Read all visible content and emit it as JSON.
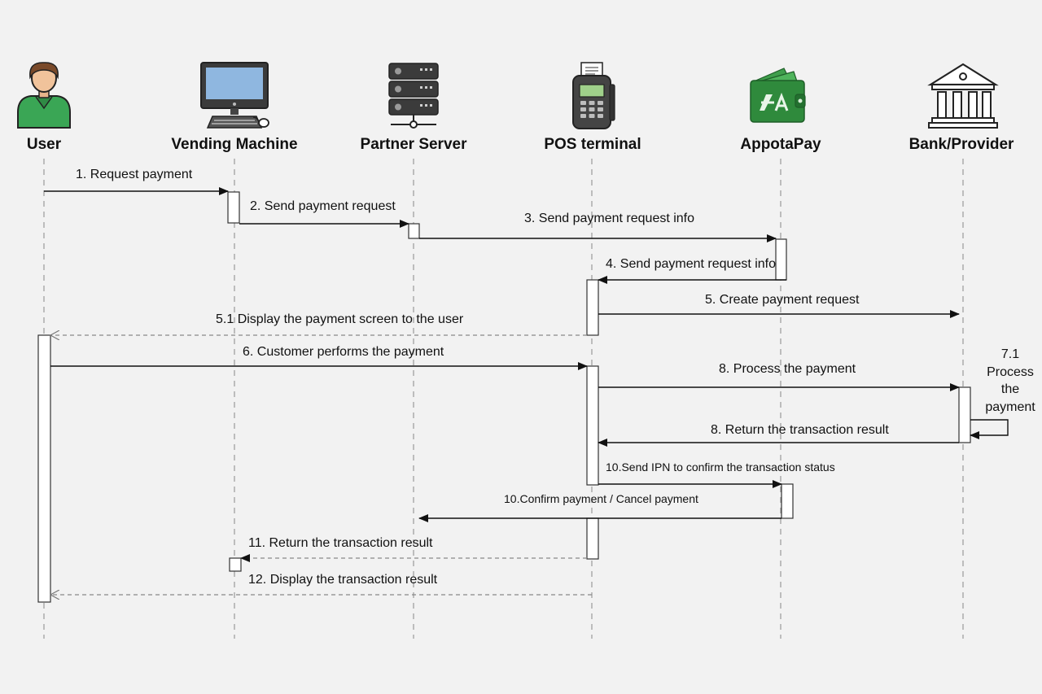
{
  "actors": [
    {
      "name": "User",
      "icon": "user-icon"
    },
    {
      "name": "Vending Machine",
      "icon": "computer-icon"
    },
    {
      "name": "Partner Server",
      "icon": "server-icon"
    },
    {
      "name": "POS terminal",
      "icon": "pos-terminal-icon"
    },
    {
      "name": "AppotaPay",
      "icon": "appotapay-wallet-icon"
    },
    {
      "name": "Bank/Provider",
      "icon": "bank-icon"
    }
  ],
  "messages": [
    {
      "label": "1. Request payment",
      "from": "User",
      "to": "Vending Machine",
      "style": "solid"
    },
    {
      "label": "2. Send payment request",
      "from": "Vending Machine",
      "to": "Partner Server",
      "style": "solid"
    },
    {
      "label": "3. Send payment request info",
      "from": "Partner Server",
      "to": "AppotaPay",
      "style": "solid"
    },
    {
      "label": "4. Send payment request info",
      "from": "AppotaPay",
      "to": "POS terminal",
      "style": "solid"
    },
    {
      "label": "5. Create payment request",
      "from": "POS terminal",
      "to": "Bank/Provider",
      "style": "solid"
    },
    {
      "label": "5.1 Display the payment screen to the user",
      "from": "POS terminal",
      "to": "User",
      "style": "dashed"
    },
    {
      "label": "6. Customer performs the payment",
      "from": "User",
      "to": "POS terminal",
      "style": "solid"
    },
    {
      "label": "8. Process the payment",
      "from": "POS terminal",
      "to": "Bank/Provider",
      "style": "solid"
    },
    {
      "label": "8. Return the transaction result",
      "from": "Bank/Provider",
      "to": "POS terminal",
      "style": "solid"
    },
    {
      "label": "10.Send IPN to confirm the transaction status",
      "from": "POS terminal",
      "to": "AppotaPay",
      "style": "solid"
    },
    {
      "label": "10.Confirm payment / Cancel payment",
      "from": "AppotaPay",
      "to": "Partner Server",
      "style": "solid"
    },
    {
      "label": "11. Return the transaction result",
      "from": "POS terminal",
      "to": "Vending Machine",
      "style": "dashed"
    },
    {
      "label": "12. Display the transaction result",
      "from": "POS terminal",
      "to": "User",
      "style": "dashed"
    }
  ],
  "self_message": {
    "label": "7.1 Process the payment",
    "actor": "Bank/Provider"
  },
  "colors": {
    "user_shirt": "#3aa655",
    "appotapay_green": "#2f8a3c",
    "screen_blue": "#8fb7e0",
    "lifeline": "#9a9a9a"
  }
}
